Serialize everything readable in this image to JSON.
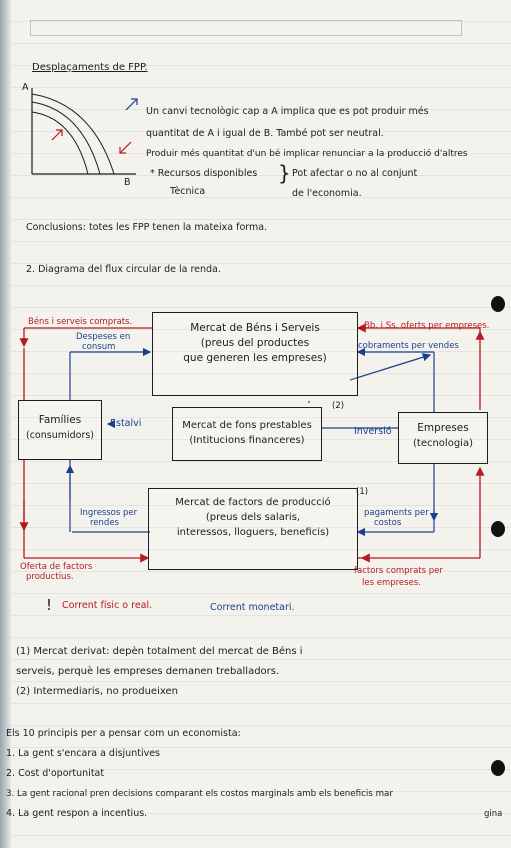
{
  "heading": "Desplaçaments de FPP.",
  "graph": {
    "label_a": "A",
    "label_b": "B"
  },
  "notes": {
    "line1": "Un canvi tecnològic cap a A implica que es pot produir més",
    "line2": "quantitat de A i igual de B. També pot ser neutral.",
    "line3": "Produir més quantitat d'un bé implicar renunciar a la producció d'altres",
    "line4a": "* Recursos disponibles",
    "line4b": "Pot afectar o no al conjunt",
    "line5a": "Tècnica",
    "line5b": "de l'economia."
  },
  "conclusions": "Conclusions: totes les FPP tenen la mateixa forma.",
  "section2": "2. Diagrama del flux circular de la renda.",
  "diagram": {
    "mercat_bens": [
      "Mercat de Béns i Serveis",
      "(preus del productes",
      "que generen les empreses)"
    ],
    "families": [
      "Famílies",
      "(consumidors)"
    ],
    "mercat_fons": [
      "Mercat de fons prestables",
      "(Intitucions financeres)"
    ],
    "empreses": [
      "Empreses",
      "(tecnologia)"
    ],
    "mercat_factors": [
      "Mercat de factors de producció",
      "(preus dels salaris,",
      "interessos, lloguers, beneficis)"
    ],
    "labels": {
      "bens_comprats": "Béns i serveis comprats.",
      "despeses": [
        "Despeses en",
        "consum"
      ],
      "oferts": "Bb. i Ss. oferts per empreses.",
      "cobraments": "cobraments per vendes",
      "estalvi": "Estalvi",
      "inversio": "Inversió",
      "ingressos": [
        "Ingressos per",
        "rendes"
      ],
      "pagaments": [
        "pagaments per",
        "costos"
      ],
      "oferta_factors": [
        "Oferta de factors",
        "productius."
      ],
      "factors_comprats": [
        "factors comprats per",
        "les empreses."
      ],
      "mark1": "(2)",
      "mark2": "(1)"
    }
  },
  "legend": {
    "exclaim": "!",
    "real": "Corrent físic o real.",
    "monetari": "Corrent monetari."
  },
  "footnote": {
    "l1": "(1) Mercat derivat: depèn totalment del mercat de Béns i",
    "l2": "serveis, perquè les empreses demanen treballadors.",
    "l3": "(2) Intermediaris, no produeixen"
  },
  "principles": {
    "title": "Els 10 principis per a pensar com un economista:",
    "items": [
      "1. La gent s'encara a disjuntives",
      "2. Cost d'oportunitat",
      "3. La gent racional pren decisions comparant els costos marginals amb els beneficis mar",
      "4. La gent respon a incentius."
    ],
    "tail": "gina"
  },
  "colors": {
    "ink": "#1c1c22",
    "blue": "#1a3f8f",
    "red": "#b51c22"
  }
}
